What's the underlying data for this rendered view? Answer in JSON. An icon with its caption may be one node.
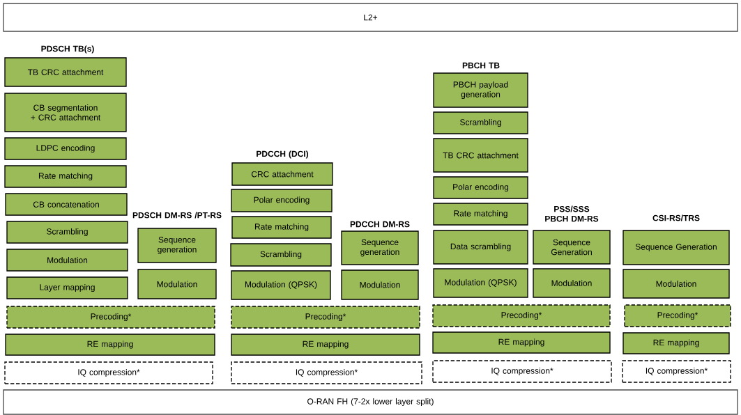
{
  "diagram": {
    "nodes": [
      {
        "text": [
          "L2+"
        ]
      },
      {
        "text": [
          "TB CRC attachment"
        ]
      },
      {
        "text": [
          "CB segmentation + CRC attachment"
        ]
      },
      {
        "text": [
          "LDPC encoding"
        ]
      },
      {
        "text": [
          "Rate matching"
        ]
      },
      {
        "text": [
          "CB concatenation"
        ]
      },
      {
        "text": [
          "Scrambling"
        ]
      },
      {
        "text": [
          "Modulation"
        ]
      },
      {
        "text": [
          "Layer mapping"
        ]
      },
      {
        "text": [
          "Sequence generation"
        ]
      },
      {
        "text": [
          "Modulation"
        ]
      },
      {
        "text": [
          "Precoding*"
        ]
      },
      {
        "text": [
          "RE mapping"
        ]
      },
      {
        "text": [
          "IQ compression*"
        ]
      },
      {
        "text": [
          "CRC attachment"
        ]
      },
      {
        "text": [
          "Polar encoding"
        ]
      },
      {
        "text": [
          "Rate matching"
        ]
      },
      {
        "text": [
          "Scrambling"
        ]
      },
      {
        "text": [
          "Modulation (QPSK)"
        ]
      },
      {
        "text": [
          "Sequence generation"
        ]
      },
      {
        "text": [
          "Modulation"
        ]
      },
      {
        "text": [
          "Precoding*"
        ]
      },
      {
        "text": [
          "RE mapping"
        ]
      },
      {
        "text": [
          "IQ compression*"
        ]
      },
      {
        "text": [
          "PBCH payload generation"
        ]
      },
      {
        "text": [
          "Scrambling"
        ]
      },
      {
        "text": [
          "TB CRC attachment"
        ]
      },
      {
        "text": [
          "Polar encoding"
        ]
      },
      {
        "text": [
          "Rate matching"
        ]
      },
      {
        "text": [
          "Data scrambling"
        ]
      },
      {
        "text": [
          "Modulation (QPSK)"
        ]
      },
      {
        "text": [
          "Sequence Generation"
        ]
      },
      {
        "text": [
          "Modulation"
        ]
      },
      {
        "text": [
          "Precoding*"
        ]
      },
      {
        "text": [
          "RE mapping"
        ]
      },
      {
        "text": [
          "IQ compression*"
        ]
      },
      {
        "text": [
          "Sequence Generation"
        ]
      },
      {
        "text": [
          "Modulation"
        ]
      },
      {
        "text": [
          "Precoding*"
        ]
      },
      {
        "text": [
          "RE mapping"
        ]
      },
      {
        "text": [
          "IQ compression*"
        ]
      },
      {
        "text": [
          "O-RAN FH (7-2x lower layer split)"
        ]
      }
    ],
    "labels": [
      "PDSCH TB(s)",
      "PBCH TB",
      "PDCCH (DCI)",
      "PSS/SSS PBCH DM-RS",
      "PDSCH DM-RS /PT-RS",
      "CSI-RS/TRS",
      "PDCCH DM-RS"
    ]
  }
}
